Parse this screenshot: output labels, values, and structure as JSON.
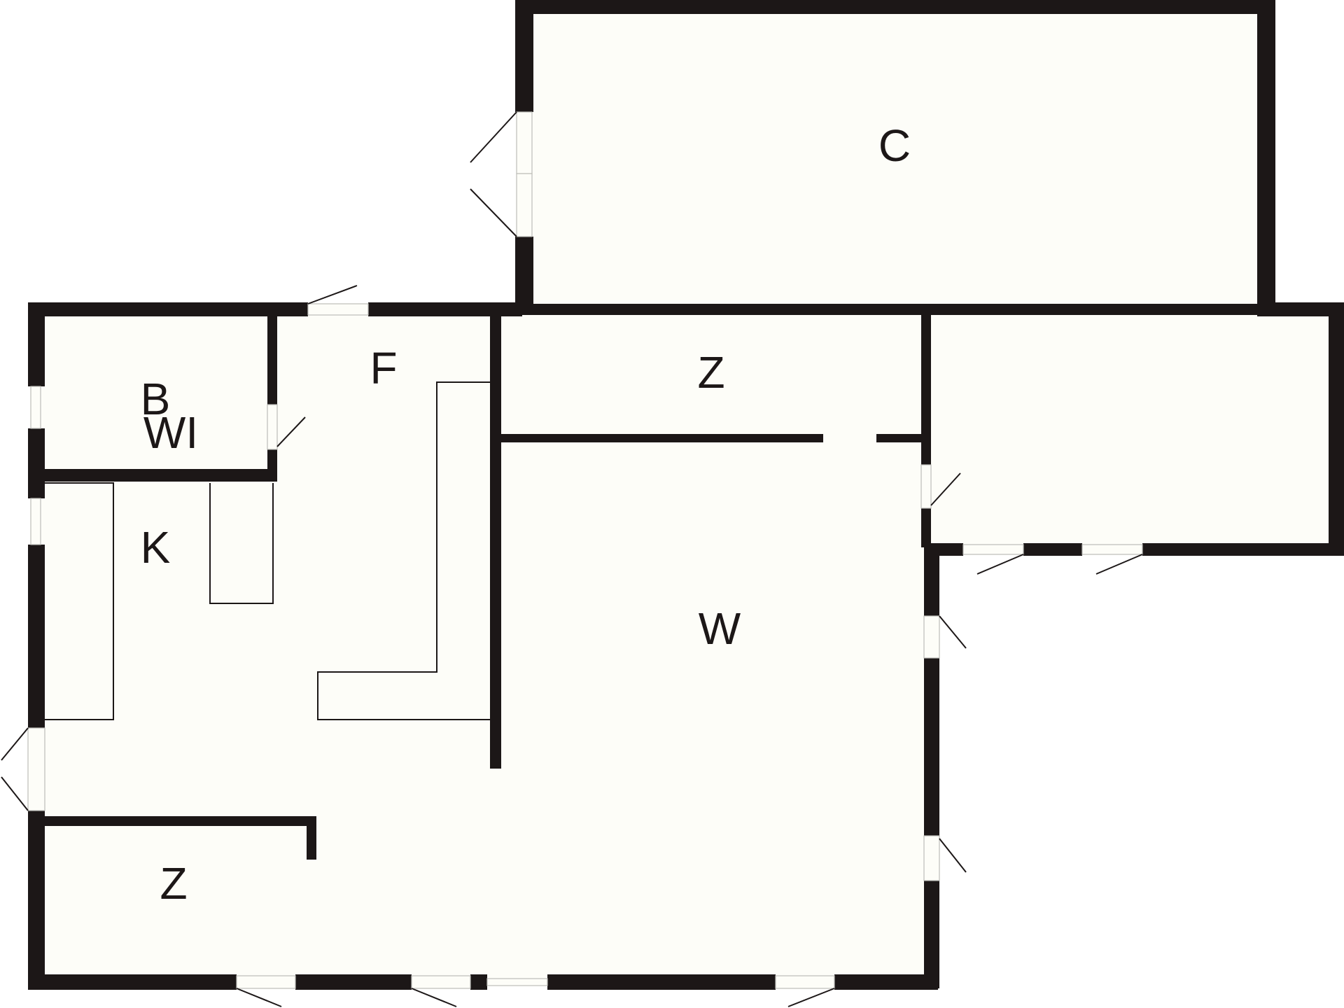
{
  "plan": {
    "rooms": [
      {
        "id": "C",
        "label": "C"
      },
      {
        "id": "Z-top",
        "label": "Z"
      },
      {
        "id": "F",
        "label": "F"
      },
      {
        "id": "B",
        "label": "B"
      },
      {
        "id": "WI",
        "label": "WI"
      },
      {
        "id": "K",
        "label": "K"
      },
      {
        "id": "W",
        "label": "W"
      },
      {
        "id": "Z-bottom",
        "label": "Z"
      }
    ],
    "colors": {
      "wall": "#1c1717",
      "floor": "#fdfdf8",
      "background": "#ffffff"
    }
  }
}
